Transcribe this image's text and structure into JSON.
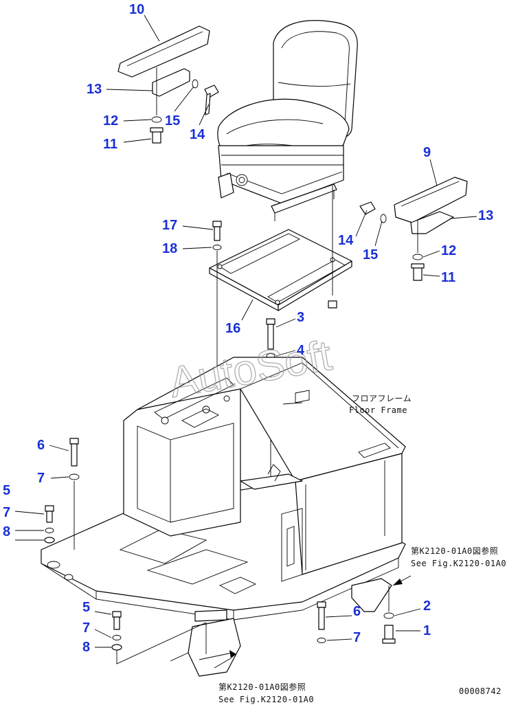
{
  "watermark": "AutoSoft",
  "callouts": [
    {
      "id": "c10a",
      "text": "10"
    },
    {
      "id": "c13a",
      "text": "13"
    },
    {
      "id": "c12a",
      "text": "12"
    },
    {
      "id": "c15a",
      "text": "15"
    },
    {
      "id": "c11a",
      "text": "11"
    },
    {
      "id": "c14a",
      "text": "14"
    },
    {
      "id": "c9",
      "text": "9"
    },
    {
      "id": "c13b",
      "text": "13"
    },
    {
      "id": "c14b",
      "text": "14"
    },
    {
      "id": "c15b",
      "text": "15"
    },
    {
      "id": "c12b",
      "text": "12"
    },
    {
      "id": "c11b",
      "text": "11"
    },
    {
      "id": "c17",
      "text": "17"
    },
    {
      "id": "c18",
      "text": "18"
    },
    {
      "id": "c3",
      "text": "3"
    },
    {
      "id": "c16",
      "text": "16"
    },
    {
      "id": "c4",
      "text": "4"
    },
    {
      "id": "c6a",
      "text": "6"
    },
    {
      "id": "c7a",
      "text": "7"
    },
    {
      "id": "c5a",
      "text": "5"
    },
    {
      "id": "c7b",
      "text": "7"
    },
    {
      "id": "c8a",
      "text": "8"
    },
    {
      "id": "c5b",
      "text": "5"
    },
    {
      "id": "c7c",
      "text": "7"
    },
    {
      "id": "c8b",
      "text": "8"
    },
    {
      "id": "c6b",
      "text": "6"
    },
    {
      "id": "c7d",
      "text": "7"
    },
    {
      "id": "c2",
      "text": "2"
    },
    {
      "id": "c1",
      "text": "1"
    }
  ],
  "notes": {
    "floor_frame_jp": "フロアフレーム",
    "floor_frame_en": "Floor Frame",
    "ref1_jp": "第K2120-01A0図参照",
    "ref1_en": "See Fig.K2120-01A0",
    "ref2_jp": "第K2120-01A0図参照",
    "ref2_en": "See Fig.K2120-01A0",
    "drawing_number": "00008742"
  }
}
